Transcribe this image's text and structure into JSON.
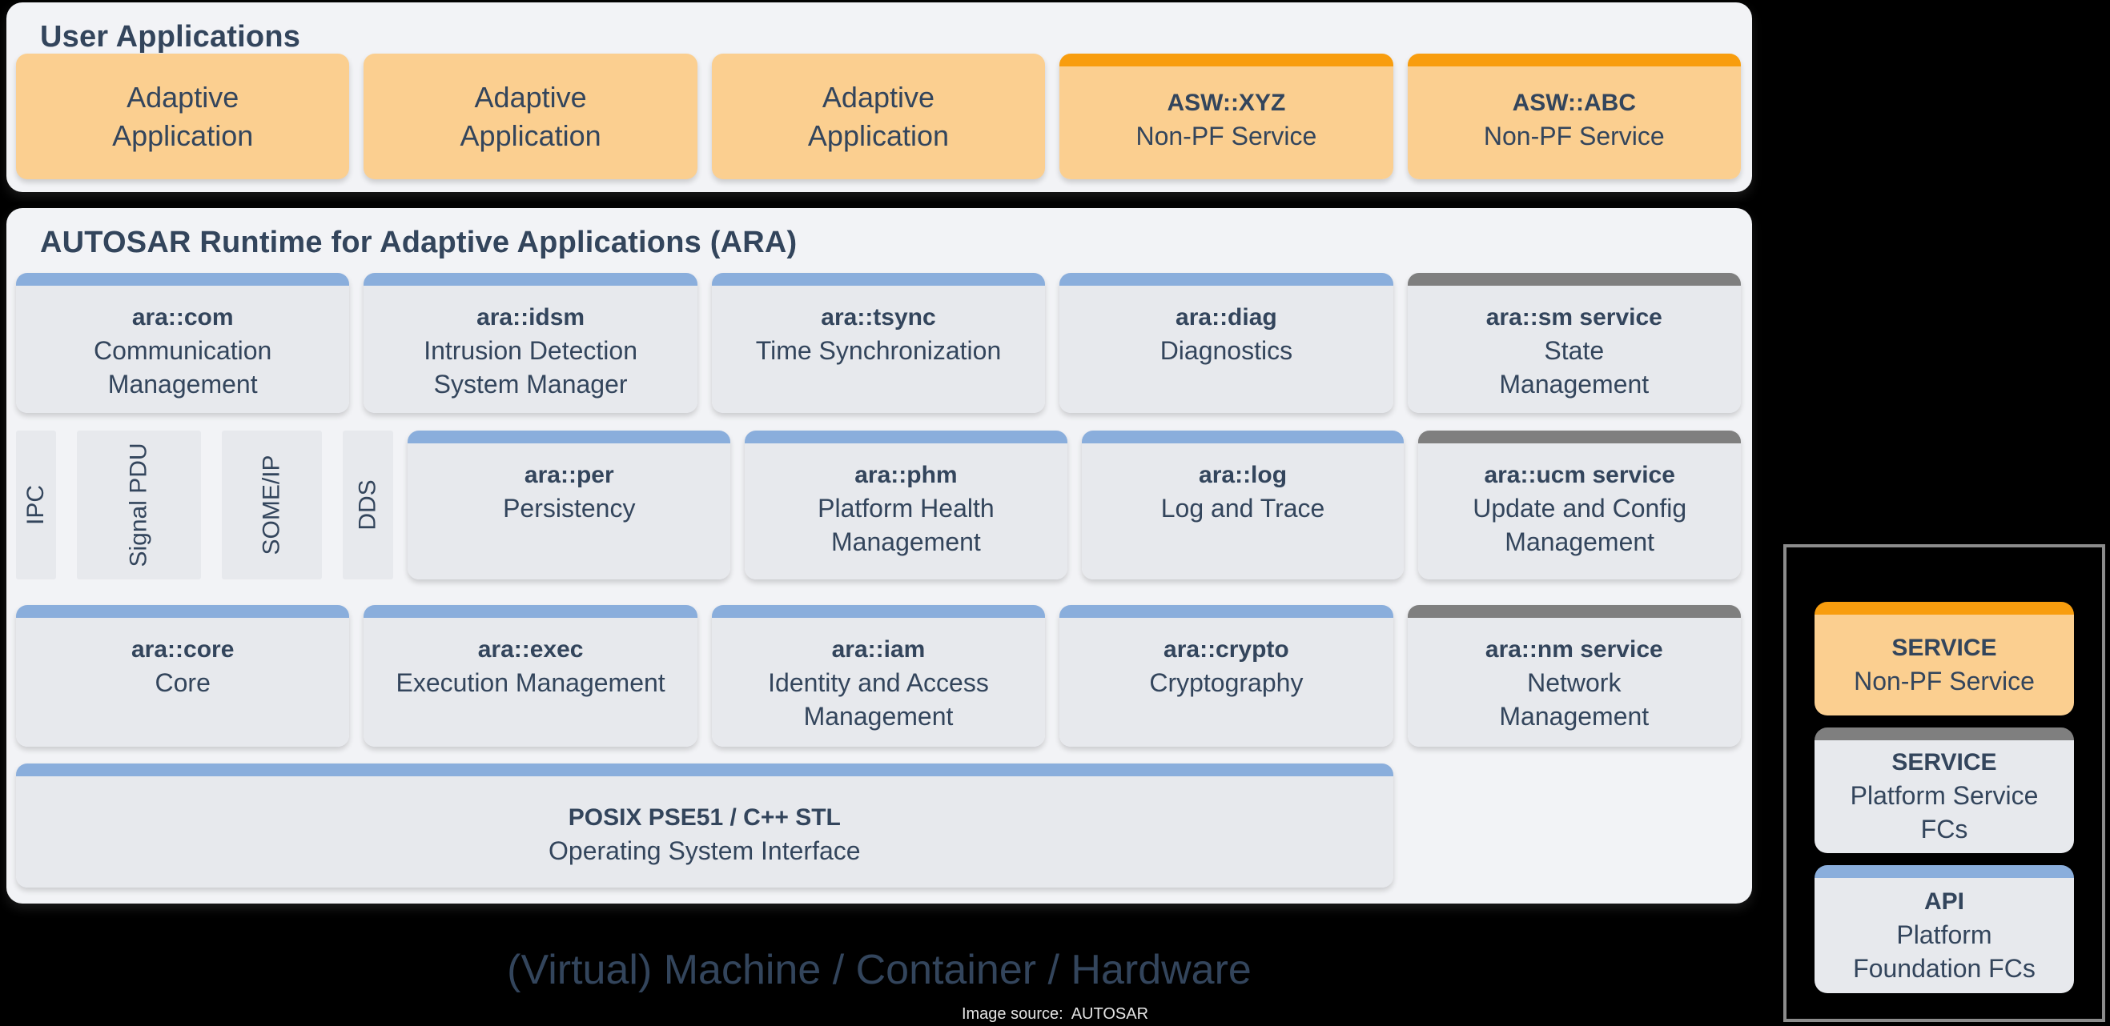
{
  "colors": {
    "background": "#000000",
    "panel": "#F2F3F6",
    "module_body": "#E7E9ED",
    "blue_bar": "#8AAEDC",
    "gray_bar": "#7F7F7F",
    "orange_bar": "#F89D0E",
    "orange_body": "#FBCF90",
    "text": "#33455C",
    "legend_border": "#8C8C8C"
  },
  "user_applications": {
    "title": "User Applications",
    "apps": [
      {
        "label": "Adaptive\nApplication"
      },
      {
        "label": "Adaptive\nApplication"
      },
      {
        "label": "Adaptive\nApplication"
      }
    ],
    "services": [
      {
        "name": "ASW::XYZ",
        "label": "Non-PF Service"
      },
      {
        "name": "ASW::ABC",
        "label": "Non-PF Service"
      }
    ]
  },
  "ara": {
    "title": "AUTOSAR Runtime for Adaptive Applications (ARA)",
    "rows": [
      [
        {
          "name": "ara::com",
          "label": "Communication\nManagement",
          "bar": "blue"
        },
        {
          "name": "ara::idsm",
          "label": "Intrusion Detection\nSystem Manager",
          "bar": "blue"
        },
        {
          "name": "ara::tsync",
          "label": "Time Synchronization",
          "bar": "blue"
        },
        {
          "name": "ara::diag",
          "label": "Diagnostics",
          "bar": "blue"
        },
        {
          "name": "ara::sm service",
          "label": "State\nManagement",
          "bar": "gray"
        }
      ],
      [
        {
          "name": "ara::per",
          "label": "Persistency",
          "bar": "blue"
        },
        {
          "name": "ara::phm",
          "label": "Platform Health\nManagement",
          "bar": "blue"
        },
        {
          "name": "ara::log",
          "label": "Log and Trace",
          "bar": "blue"
        },
        {
          "name": "ara::ucm service",
          "label": "Update and Config\nManagement",
          "bar": "gray"
        }
      ],
      [
        {
          "name": "ara::core",
          "label": "Core",
          "bar": "blue"
        },
        {
          "name": "ara::exec",
          "label": "Execution Management",
          "bar": "blue"
        },
        {
          "name": "ara::iam",
          "label": "Identity and Access\nManagement",
          "bar": "blue"
        },
        {
          "name": "ara::crypto",
          "label": "Cryptography",
          "bar": "blue"
        },
        {
          "name": "ara::nm service",
          "label": "Network\nManagement",
          "bar": "gray"
        }
      ]
    ],
    "protocols": [
      "IPC",
      "Signal PDU",
      "SOME/IP",
      "DDS"
    ],
    "posix": {
      "name": "POSIX PSE51 / C++ STL",
      "label": "Operating System Interface",
      "bar": "blue"
    }
  },
  "footer": {
    "hardware": "(Virtual) Machine / Container / Hardware",
    "source": "Image source:  AUTOSAR"
  },
  "legend": {
    "items": [
      {
        "name": "SERVICE",
        "label": "Non-PF Service",
        "style": "orange",
        "bar": "orange"
      },
      {
        "name": "SERVICE",
        "label": "Platform Service\nFCs",
        "style": "gray",
        "bar": "gray"
      },
      {
        "name": "API",
        "label": "Platform\nFoundation FCs",
        "style": "gray",
        "bar": "blue"
      }
    ]
  }
}
